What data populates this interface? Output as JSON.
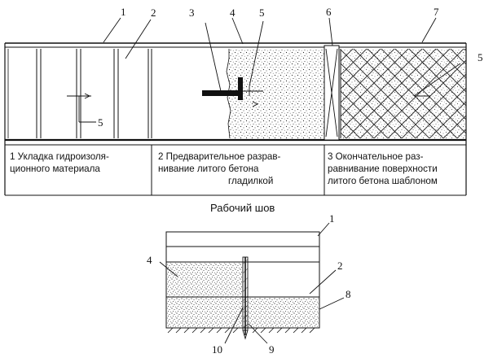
{
  "callouts": {
    "c1": "1",
    "c2": "2",
    "c3": "3",
    "c4": "4",
    "c5": "5",
    "c6": "6",
    "c7": "7",
    "c5_right": "5",
    "c5_left": "5",
    "d1": "1",
    "d2": "2",
    "d4": "4",
    "d8": "8",
    "d9": "9",
    "d10": "10"
  },
  "captions": {
    "step1": [
      "1 Укладка гидроизоля-",
      "ционного материала"
    ],
    "step2": [
      "2 Предварительное разрав-",
      "нивание литого бетона",
      "гладилкой"
    ],
    "step3": [
      "3 Окончательное раз-",
      "равнивание поверхности",
      "литого бетона шаблоном"
    ]
  },
  "section_title": "Рабочий шов",
  "colors": {
    "ink": "#111111",
    "background": "#ffffff"
  }
}
